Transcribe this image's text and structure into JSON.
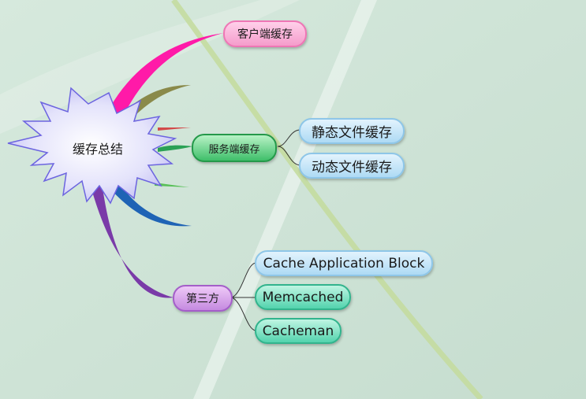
{
  "diagram": {
    "central": {
      "label": "缓存总结"
    },
    "branches": [
      {
        "label": "客户端缓存"
      },
      {
        "label": "服务端缓存",
        "children": [
          "静态文件缓存",
          "动态文件缓存"
        ]
      },
      {
        "label": "第三方",
        "children": [
          "Cache Application Block",
          "Memcached",
          "Cacheman"
        ]
      }
    ]
  },
  "colors": {
    "background": "#cfe2d6",
    "branch_client": "#ff1aa8",
    "branch_server": "#2aa155",
    "branch_third": "#7a3aa8",
    "central_fill": "#c9c6f6",
    "central_border": "#6c64e0"
  }
}
